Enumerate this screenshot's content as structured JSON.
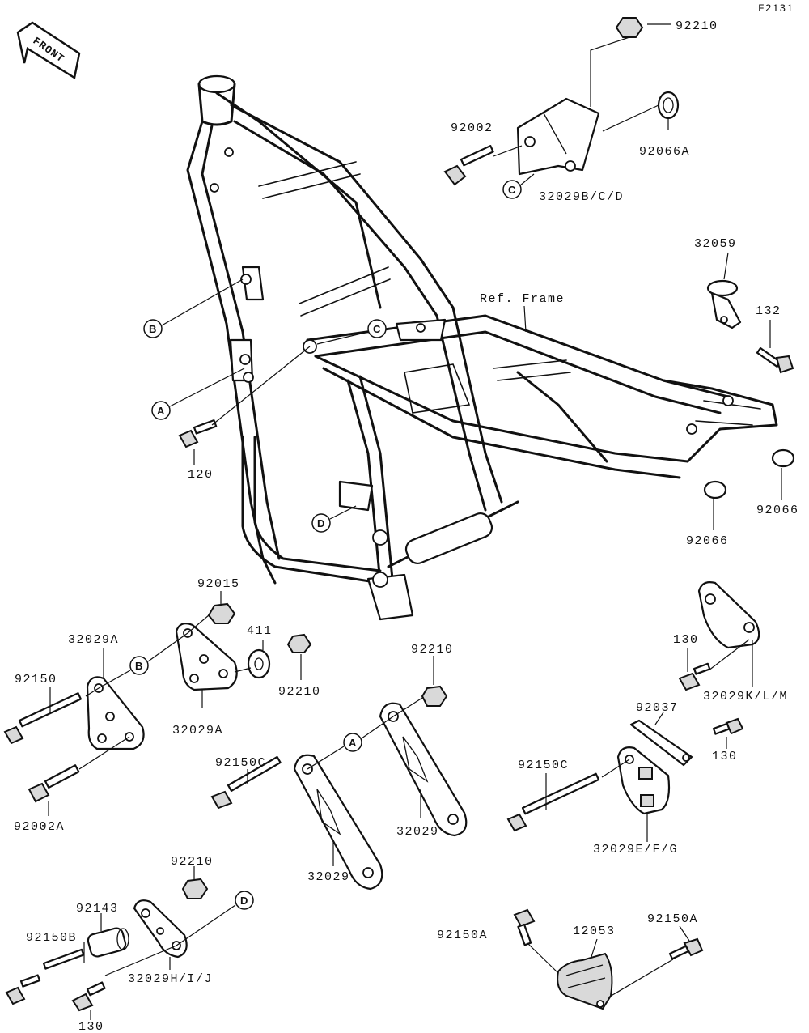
{
  "figure_code": "F2131",
  "front_label": "FRONT",
  "ref_frame_label": "Ref. Frame",
  "part_labels": {
    "p92210_top": "92210",
    "p92002": "92002",
    "p92066A": "92066A",
    "p32029BCD": "32029B/C/D",
    "p32059": "32059",
    "p132": "132",
    "p120": "120",
    "p92066_a": "92066",
    "p92066_b": "92066",
    "p92015": "92015",
    "p32029A_top": "32029A",
    "p411": "411",
    "p92150": "92150",
    "p92210_mid": "92210",
    "p32029A_bottom": "32029A",
    "p92210_right": "92210",
    "p130_a": "130",
    "p32029KLM": "32029K/L/M",
    "p92037": "92037",
    "p130_b": "130",
    "p92150C_left": "92150C",
    "p92150C_right": "92150C",
    "p92002A": "92002A",
    "p32029_right": "32029",
    "p32029_left": "32029",
    "p32029EFG": "32029E/F/G",
    "p92210_low": "92210",
    "p92143": "92143",
    "p92150B": "92150B",
    "p32029HIJ": "32029H/I/J",
    "p130_c": "130",
    "p92150A_left": "92150A",
    "p12053": "12053",
    "p92150A_right": "92150A"
  },
  "callouts": {
    "A": "A",
    "B": "B",
    "C": "C",
    "D": "D"
  },
  "colors": {
    "ink": "#111111",
    "background": "#ffffff",
    "fill_grey": "#d9d9d9"
  }
}
